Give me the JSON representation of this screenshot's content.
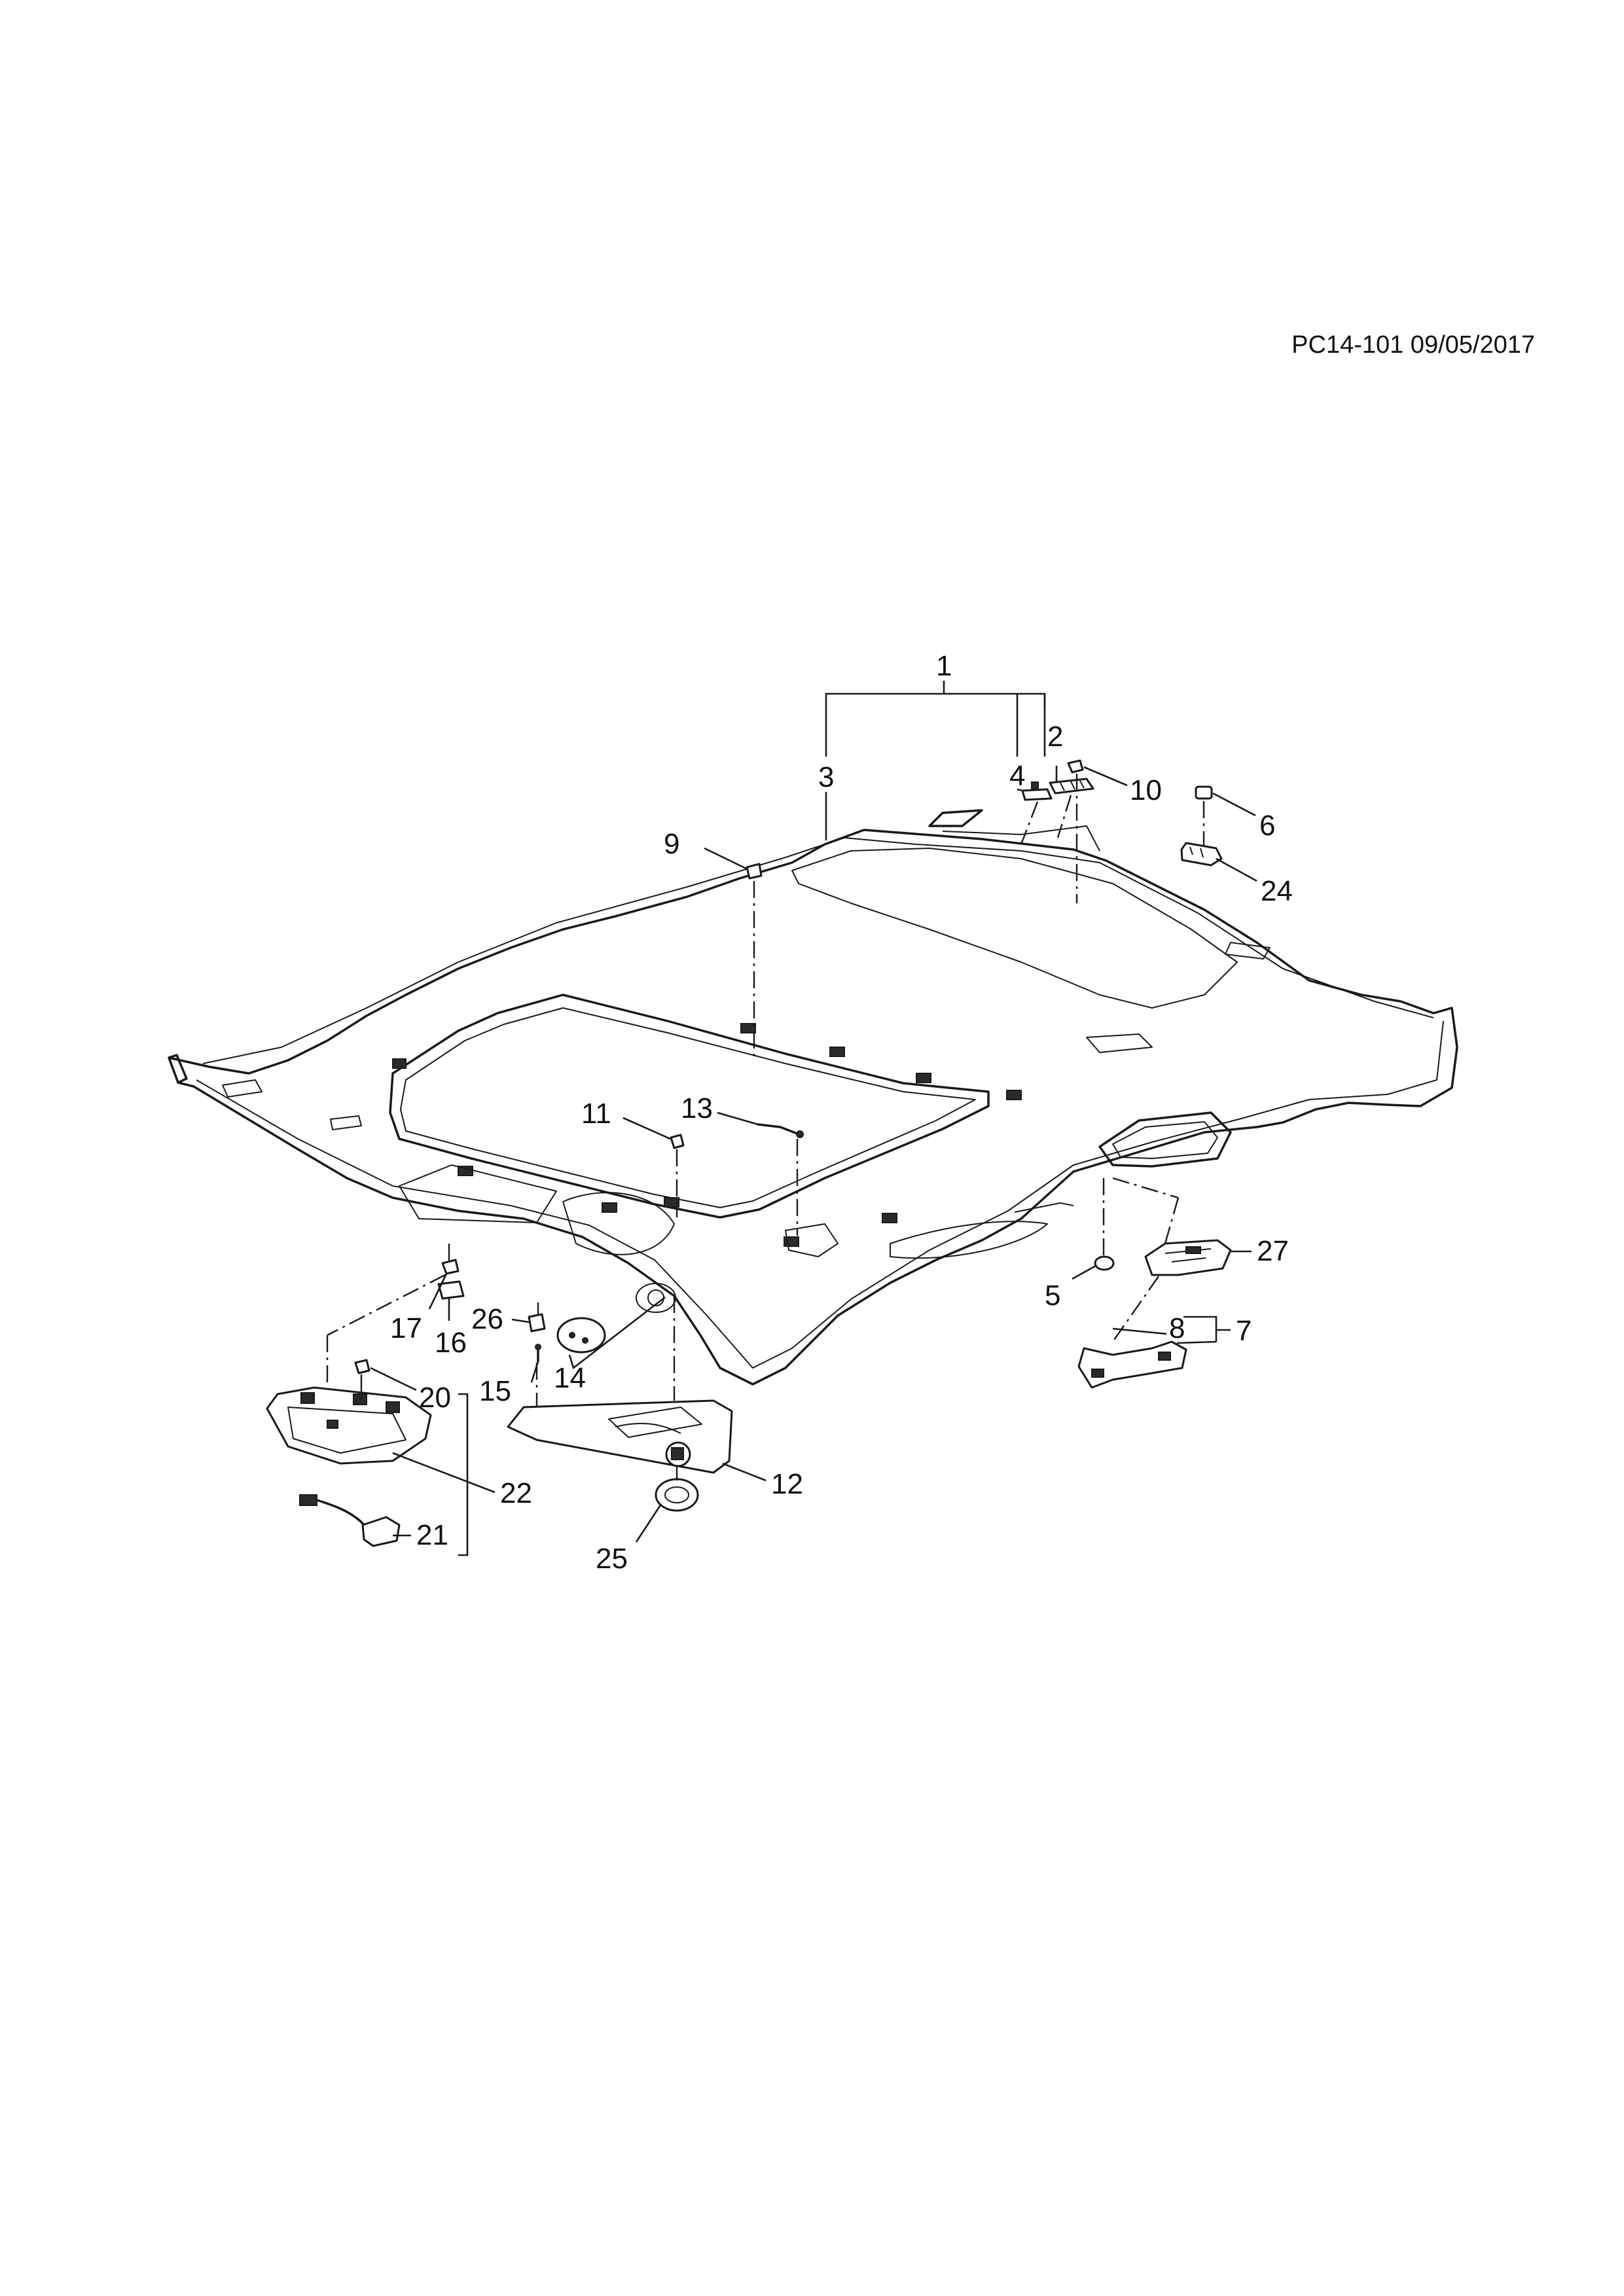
{
  "diagram_ref": "PC14-101 09/05/2017",
  "callouts": {
    "c1": "1",
    "c2": "2",
    "c3": "3",
    "c4": "4",
    "c5": "5",
    "c6": "6",
    "c7": "7",
    "c8": "8",
    "c9": "9",
    "c10": "10",
    "c11": "11",
    "c12": "12",
    "c13": "13",
    "c14": "14",
    "c15": "15",
    "c16": "16",
    "c17": "17",
    "c20": "20",
    "c21": "21",
    "c22": "22",
    "c24": "24",
    "c25": "25",
    "c26": "26",
    "c27": "27"
  }
}
